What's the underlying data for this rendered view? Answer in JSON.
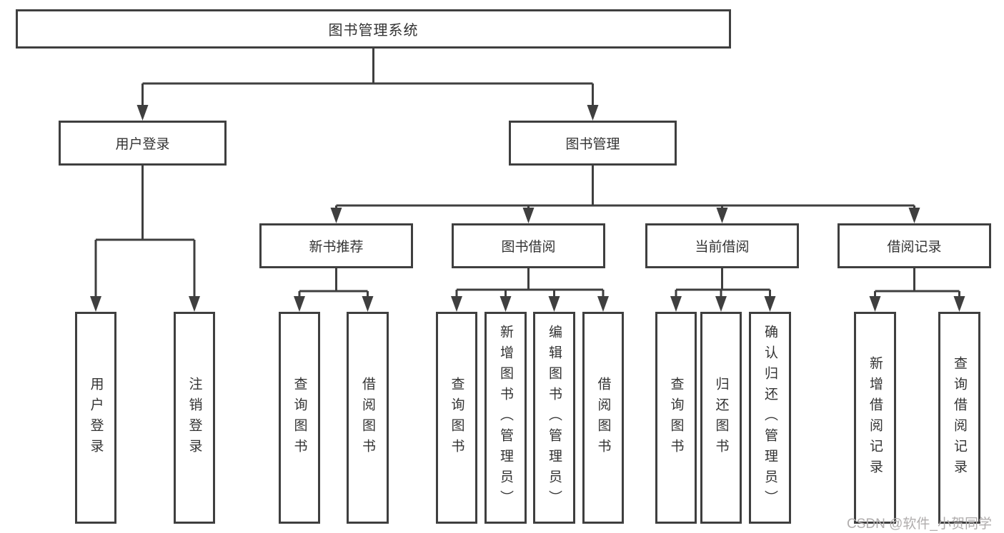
{
  "diagram": {
    "root": "图书管理系统",
    "branches": {
      "login": {
        "label": "用户登录",
        "leaves": [
          "用户登录",
          "注销登录"
        ]
      },
      "mgmt": {
        "label": "图书管理"
      }
    },
    "groups": [
      {
        "label": "新书推荐",
        "leaves": [
          "查询图书",
          "借阅图书"
        ]
      },
      {
        "label": "图书借阅",
        "leaves": [
          "查询图书",
          "新增图书（管理员）",
          "编辑图书（管理员）",
          "借阅图书"
        ]
      },
      {
        "label": "当前借阅",
        "leaves": [
          "查询图书",
          "归还图书",
          "确认归还（管理员）"
        ]
      },
      {
        "label": "借阅记录",
        "leaves": [
          "新增借阅记录",
          "查询借阅记录"
        ]
      }
    ],
    "watermark": "CSDN @软件_小贺同学",
    "colors": {
      "line": "#3f3f3f",
      "text": "#333333",
      "watermark": "#b0adad",
      "background": "#ffffff"
    }
  }
}
